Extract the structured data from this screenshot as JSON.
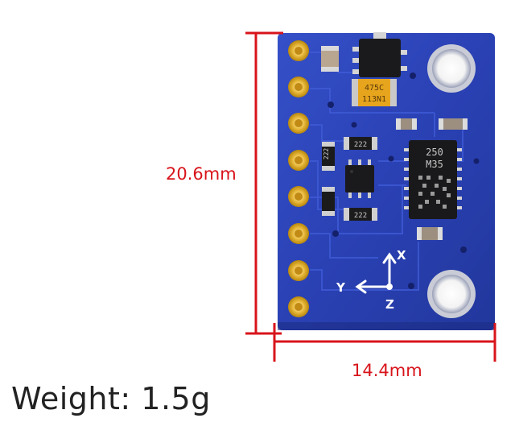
{
  "dimensions": {
    "height": "20.6mm",
    "width": "14.4mm"
  },
  "weight": "Weight: 1.5g",
  "board": {
    "axis_x": "X",
    "axis_y": "Y",
    "axis_z": "Z",
    "main_chip_line1": "250",
    "main_chip_line2": "M35",
    "tantalum_cap_line1": "475C",
    "tantalum_cap_line2": "113N1",
    "resistor_top": "222",
    "resistor_bottom": "222",
    "resistor_left": "222",
    "pin_count": 8
  },
  "colors": {
    "pcb": "#2a3fb0",
    "pad": "#e3b43a",
    "dimension_lines": "#d8141b"
  }
}
